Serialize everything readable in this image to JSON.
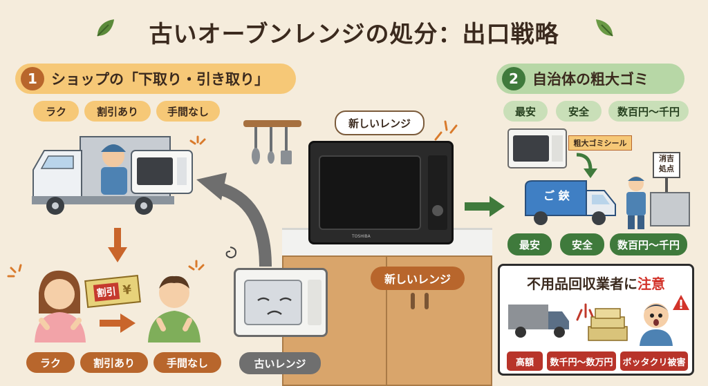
{
  "title": "古いオーブンレンジの処分：出口戦略",
  "section1": {
    "number": "1",
    "heading": "ショップの「下取り・引き取り」",
    "tags": [
      "ラク",
      "割引あり",
      "手間なし"
    ],
    "discount_ticket": "割引",
    "yen_symbol": "¥",
    "bottom_tags": [
      "ラク",
      "割引あり",
      "手間なし"
    ]
  },
  "center": {
    "new_range_bubble": "新しいレンジ",
    "new_range_label": "新しいレンジ",
    "old_range_label": "古いレンジ",
    "microwave_brand": "TOSHIBA"
  },
  "section2": {
    "number": "2",
    "heading": "自治体の粗大ゴミ",
    "tags": [
      "最安",
      "安全",
      "数百円〜千円"
    ],
    "sticker_label": "粗大ゴミシール",
    "truck_label": "ご 鋏",
    "station_sign": "消吉\n処点",
    "bottom_tags": [
      "最安",
      "安全",
      "数百円〜千円"
    ]
  },
  "warning": {
    "title_main": "不用品回収業者に",
    "title_emphasis": "注意",
    "tags": [
      "高額",
      "数千円〜数万円",
      "ボッタクリ被害"
    ]
  },
  "colors": {
    "background": "#f5ecdc",
    "section1_accent": "#f6c877",
    "section1_dark": "#b8662c",
    "section2_accent": "#b7d7a6",
    "section2_dark": "#3f7a3c",
    "warning_red": "#d2332a"
  }
}
